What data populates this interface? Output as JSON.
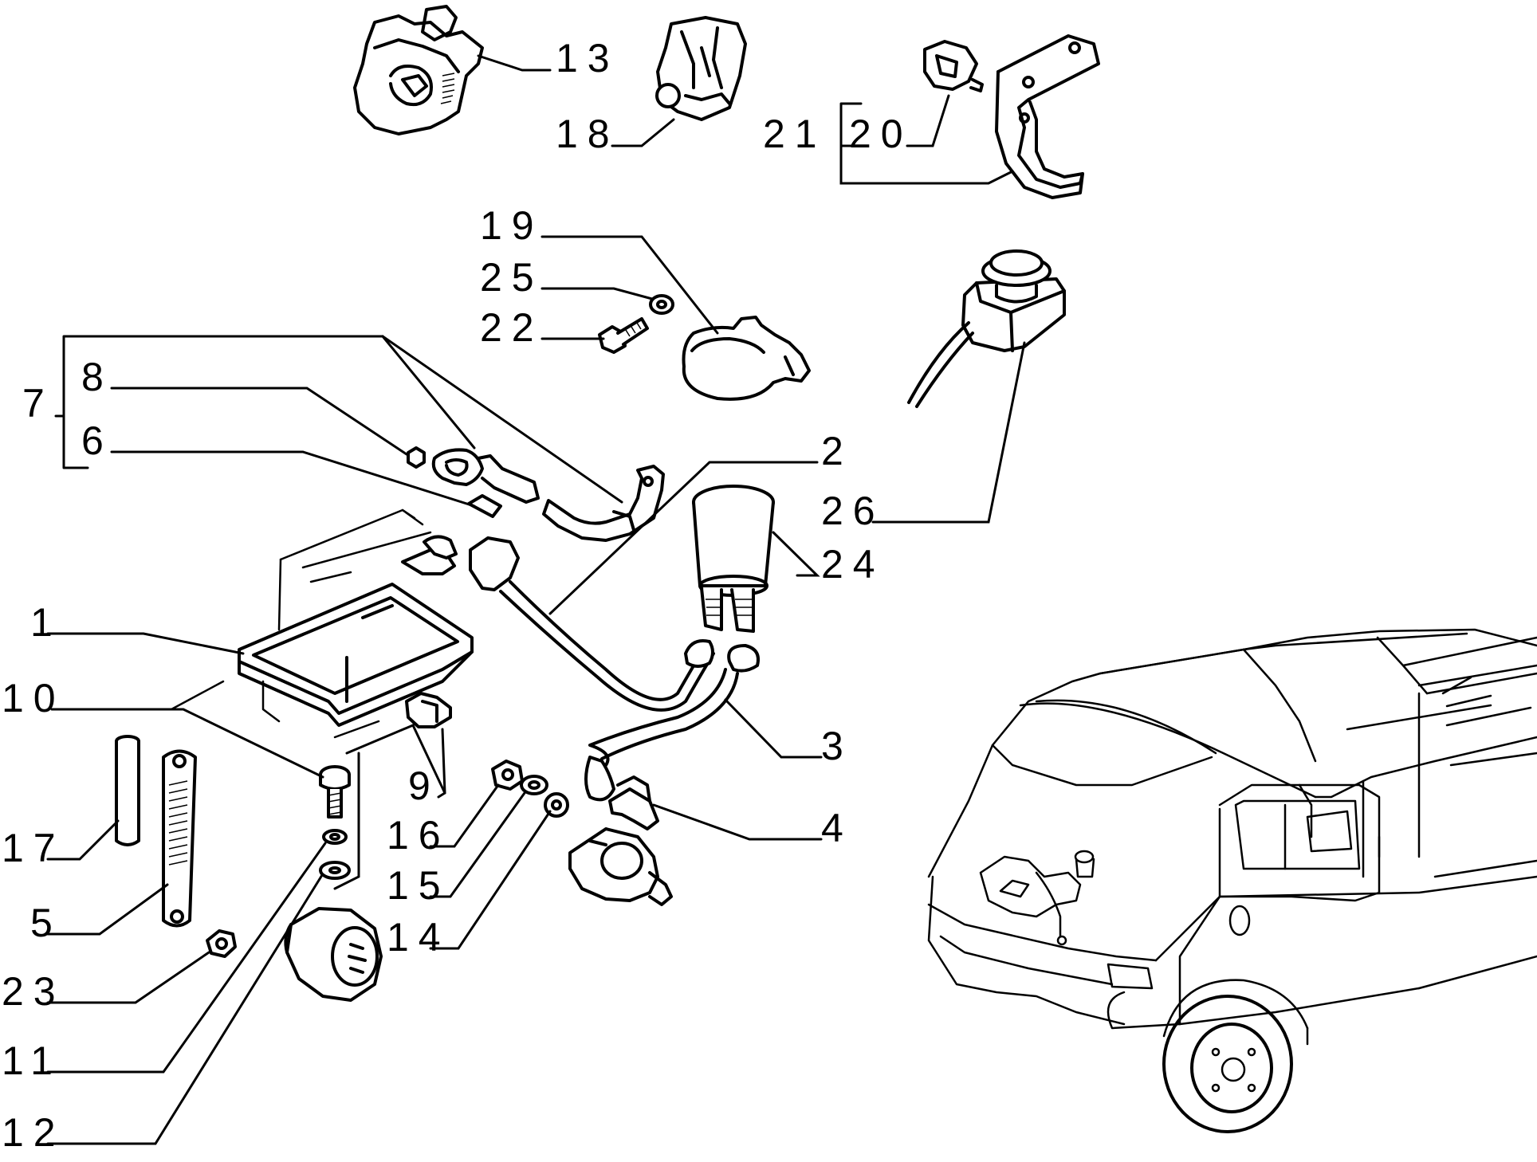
{
  "callouts": {
    "c1": "1",
    "c2": "2",
    "c3": "3",
    "c4": "4",
    "c5": "5",
    "c6": "6",
    "c7": "7",
    "c8": "8",
    "c9": "9",
    "c10": "10",
    "c11": "11",
    "c12": "12",
    "c13": "13",
    "c14": "14",
    "c15": "15",
    "c16": "16",
    "c17": "17",
    "c18": "18",
    "c19": "19",
    "c20": "20",
    "c21": "21",
    "c22": "22",
    "c23": "23",
    "c24": "24",
    "c25": "25",
    "c26": "26"
  },
  "icons": [
    "battery-tray-icon",
    "battery-cable-icon",
    "terminal-clamp-icon",
    "solenoid-switch-icon",
    "starter-motor-icon",
    "van-icon",
    "fuse-holder-icon",
    "bracket-icon",
    "push-button-switch-icon"
  ]
}
